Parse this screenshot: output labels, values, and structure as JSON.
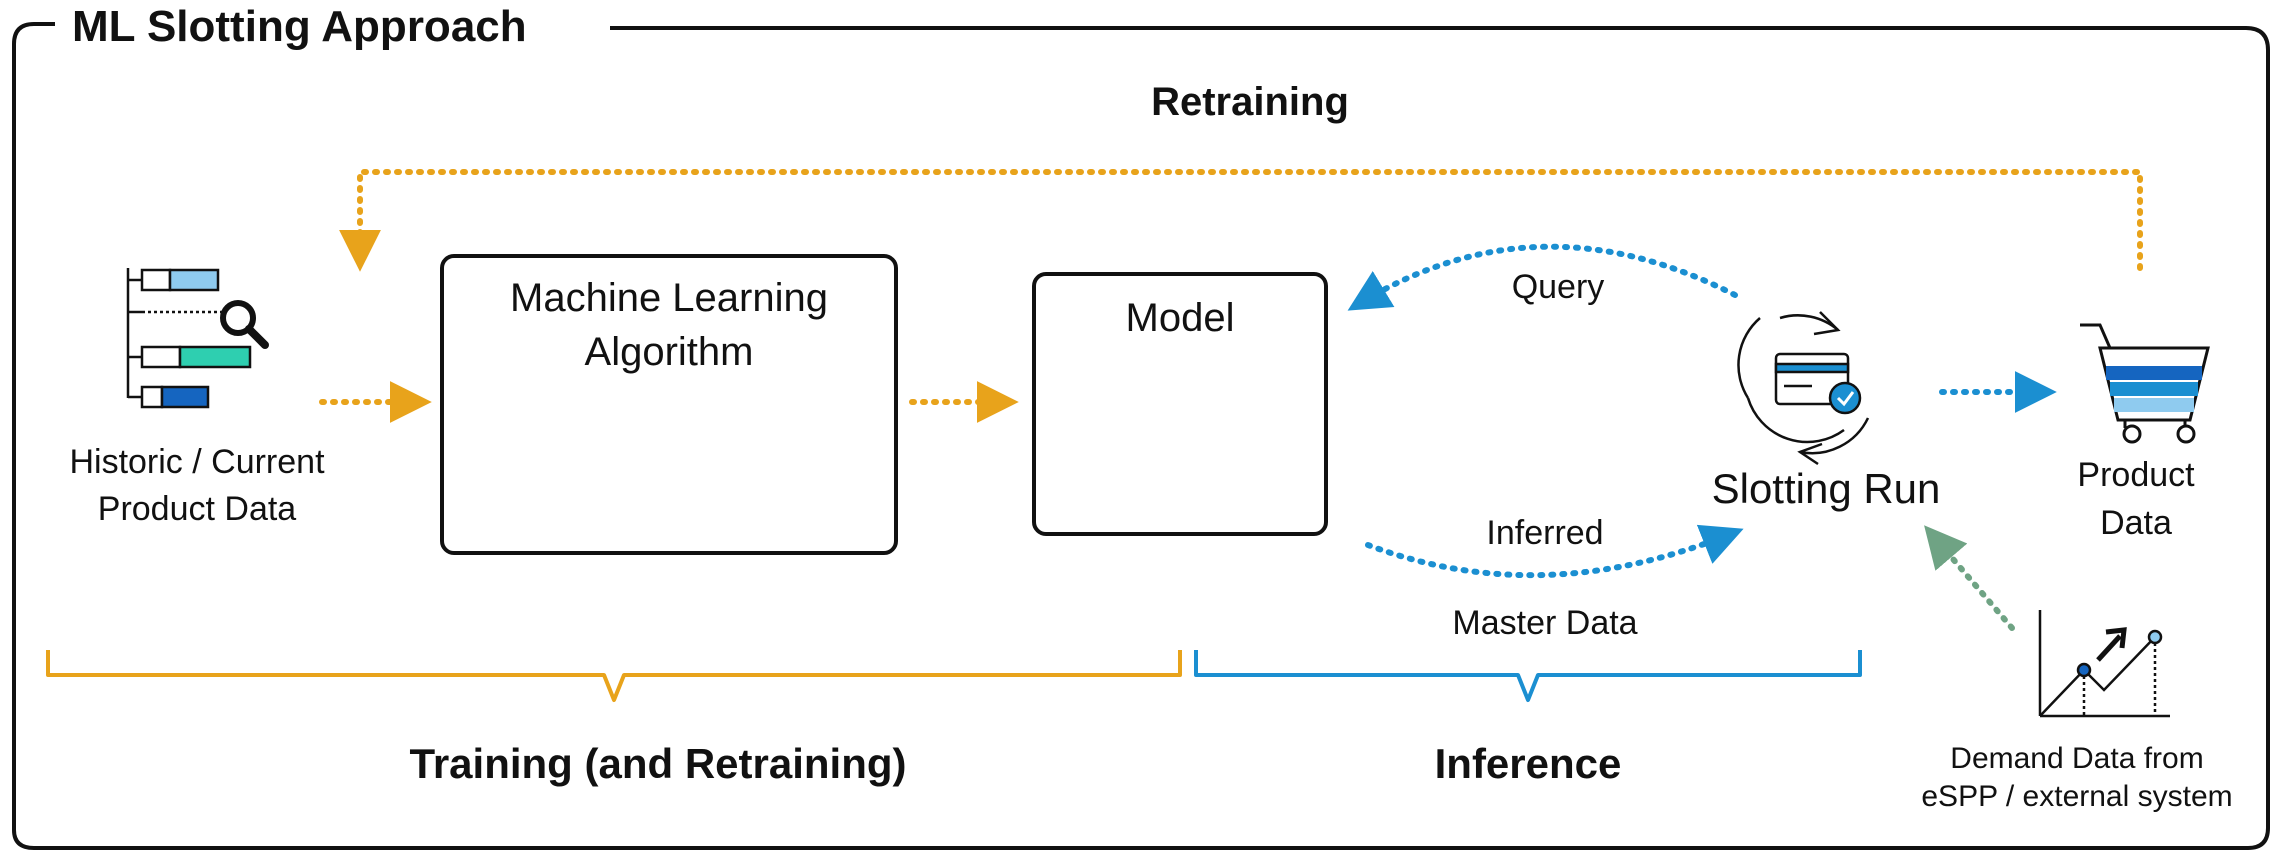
{
  "frame_title": "ML Slotting Approach",
  "retraining_label": "Retraining",
  "historic_data": {
    "line1": "Historic / Current",
    "line2": "Product Data"
  },
  "ml_box": {
    "line1": "Machine Learning",
    "line2": "Algorithm"
  },
  "model_box": {
    "title": "Model"
  },
  "query_label": "Query",
  "inferred_label": "Inferred",
  "master_data_label": "Master Data",
  "slotting_run_label": "Slotting Run",
  "product_data": {
    "line1": "Product",
    "line2": "Data"
  },
  "demand_data": {
    "line1": "Demand Data from",
    "line2": "eSPP / external system"
  },
  "training_label": "Training (and Retraining)",
  "inference_label": "Inference",
  "colors": {
    "orange": "#E8A31B",
    "blue": "#1B8FD1",
    "green": "#6FA384",
    "teal": "#2ECFB0",
    "dark_blue": "#1565C0",
    "light_blue": "#8FCBEF",
    "ink": "#111111"
  }
}
